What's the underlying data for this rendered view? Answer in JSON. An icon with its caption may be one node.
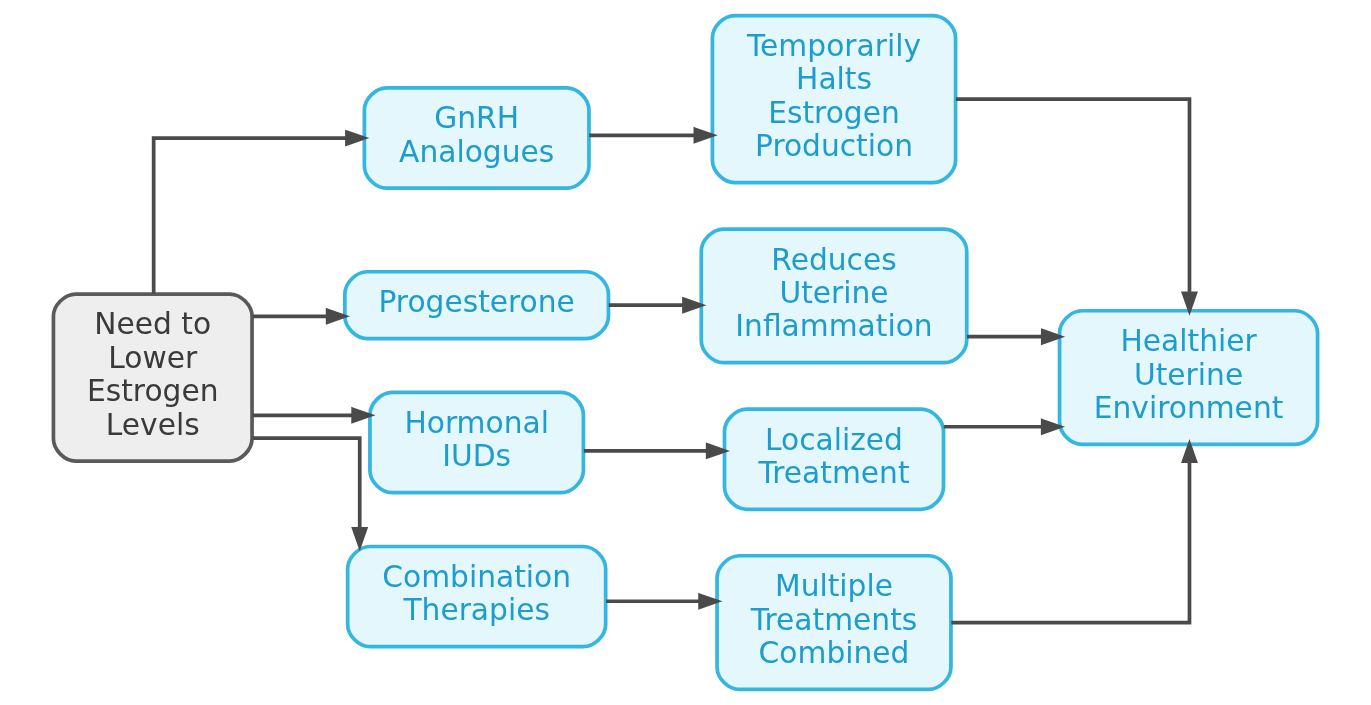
{
  "diagram": {
    "nodes": [
      {
        "text": [
          "Need to Lower Estrogen Levels"
        ]
      },
      {
        "text": [
          "GnRH Analogues"
        ]
      },
      {
        "text": [
          "Progesterone"
        ]
      },
      {
        "text": [
          "Hormonal IUDs"
        ]
      },
      {
        "text": [
          "Combination Therapies"
        ]
      },
      {
        "text": [
          "Temporarily Halts Estrogen Production"
        ]
      },
      {
        "text": [
          "Reduces Uterine Inflammation"
        ]
      },
      {
        "text": [
          "Localized Treatment"
        ]
      },
      {
        "text": [
          "Multiple Treatments Combined"
        ]
      },
      {
        "text": [
          "Healthier Uterine Environment"
        ]
      }
    ],
    "edges": [
      {
        "from": 0,
        "to": 1,
        "arrow": "to"
      },
      {
        "from": 0,
        "to": 2,
        "arrow": "to"
      },
      {
        "from": 0,
        "to": 3,
        "arrow": "to"
      },
      {
        "from": 0,
        "to": 4,
        "arrow": "to"
      },
      {
        "from": 1,
        "to": 5,
        "arrow": "to"
      },
      {
        "from": 2,
        "to": 6,
        "arrow": "to"
      },
      {
        "from": 3,
        "to": 7,
        "arrow": "to"
      },
      {
        "from": 4,
        "to": 8,
        "arrow": "to"
      },
      {
        "from": 5,
        "to": 9,
        "arrow": "to"
      },
      {
        "from": 6,
        "to": 9,
        "arrow": "to"
      },
      {
        "from": 7,
        "to": 9,
        "arrow": "to"
      },
      {
        "from": 8,
        "to": 9,
        "arrow": "to"
      }
    ]
  }
}
